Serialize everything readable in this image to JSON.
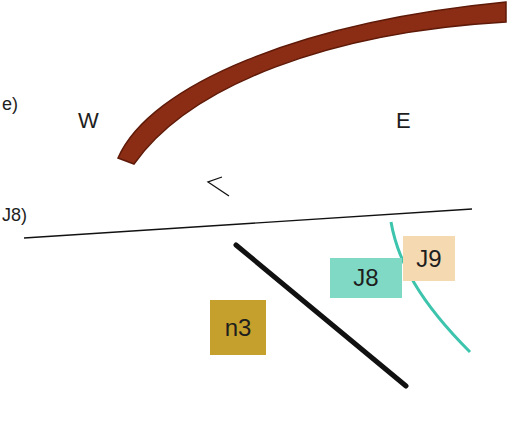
{
  "diagram": {
    "nodes": [
      {
        "text": [
          "n3"
        ]
      },
      {
        "text": [
          "J8"
        ]
      },
      {
        "text": [
          "J9"
        ]
      }
    ],
    "labels": [
      "e)",
      "W",
      "E",
      "J8)"
    ]
  }
}
